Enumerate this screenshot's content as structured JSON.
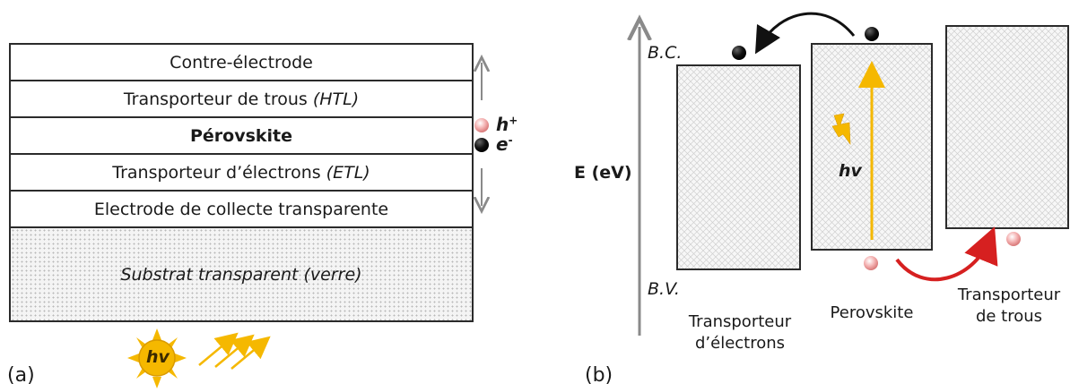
{
  "panel_a": {
    "label": "(a)",
    "layers": [
      {
        "name": "Contre-électrode",
        "emphasis": ""
      },
      {
        "name": "Transporteur de trous ",
        "emphasis": "(HTL)"
      },
      {
        "name": "Pérovskite",
        "emphasis": ""
      },
      {
        "name": "Transporteur d’électrons ",
        "emphasis": "(ETL)"
      },
      {
        "name": "Electrode de collecte transparente",
        "emphasis": ""
      },
      {
        "name": "Substrat transparent (verre)",
        "emphasis": ""
      }
    ],
    "hole_label": "h",
    "hole_sup": "+",
    "electron_label": "e",
    "electron_sup": "-",
    "sun_label": "hv"
  },
  "panel_b": {
    "label": "(b)",
    "energy_axis_label": "E (eV)",
    "conduction_band_label": "B.C.",
    "valence_band_label": "B.V.",
    "photon_label": "hv",
    "etl_caption_line1": "Transporteur",
    "etl_caption_line2": "d’électrons",
    "perovskite_caption": "Perovskite",
    "htl_caption_line1": "Transporteur",
    "htl_caption_line2": "de trous"
  },
  "colors": {
    "hole": "#f2a0a0",
    "electron": "#111111",
    "photon_arrow": "#f5b800",
    "hole_transfer_arrow": "#d62020",
    "sun": "#f5b800"
  }
}
